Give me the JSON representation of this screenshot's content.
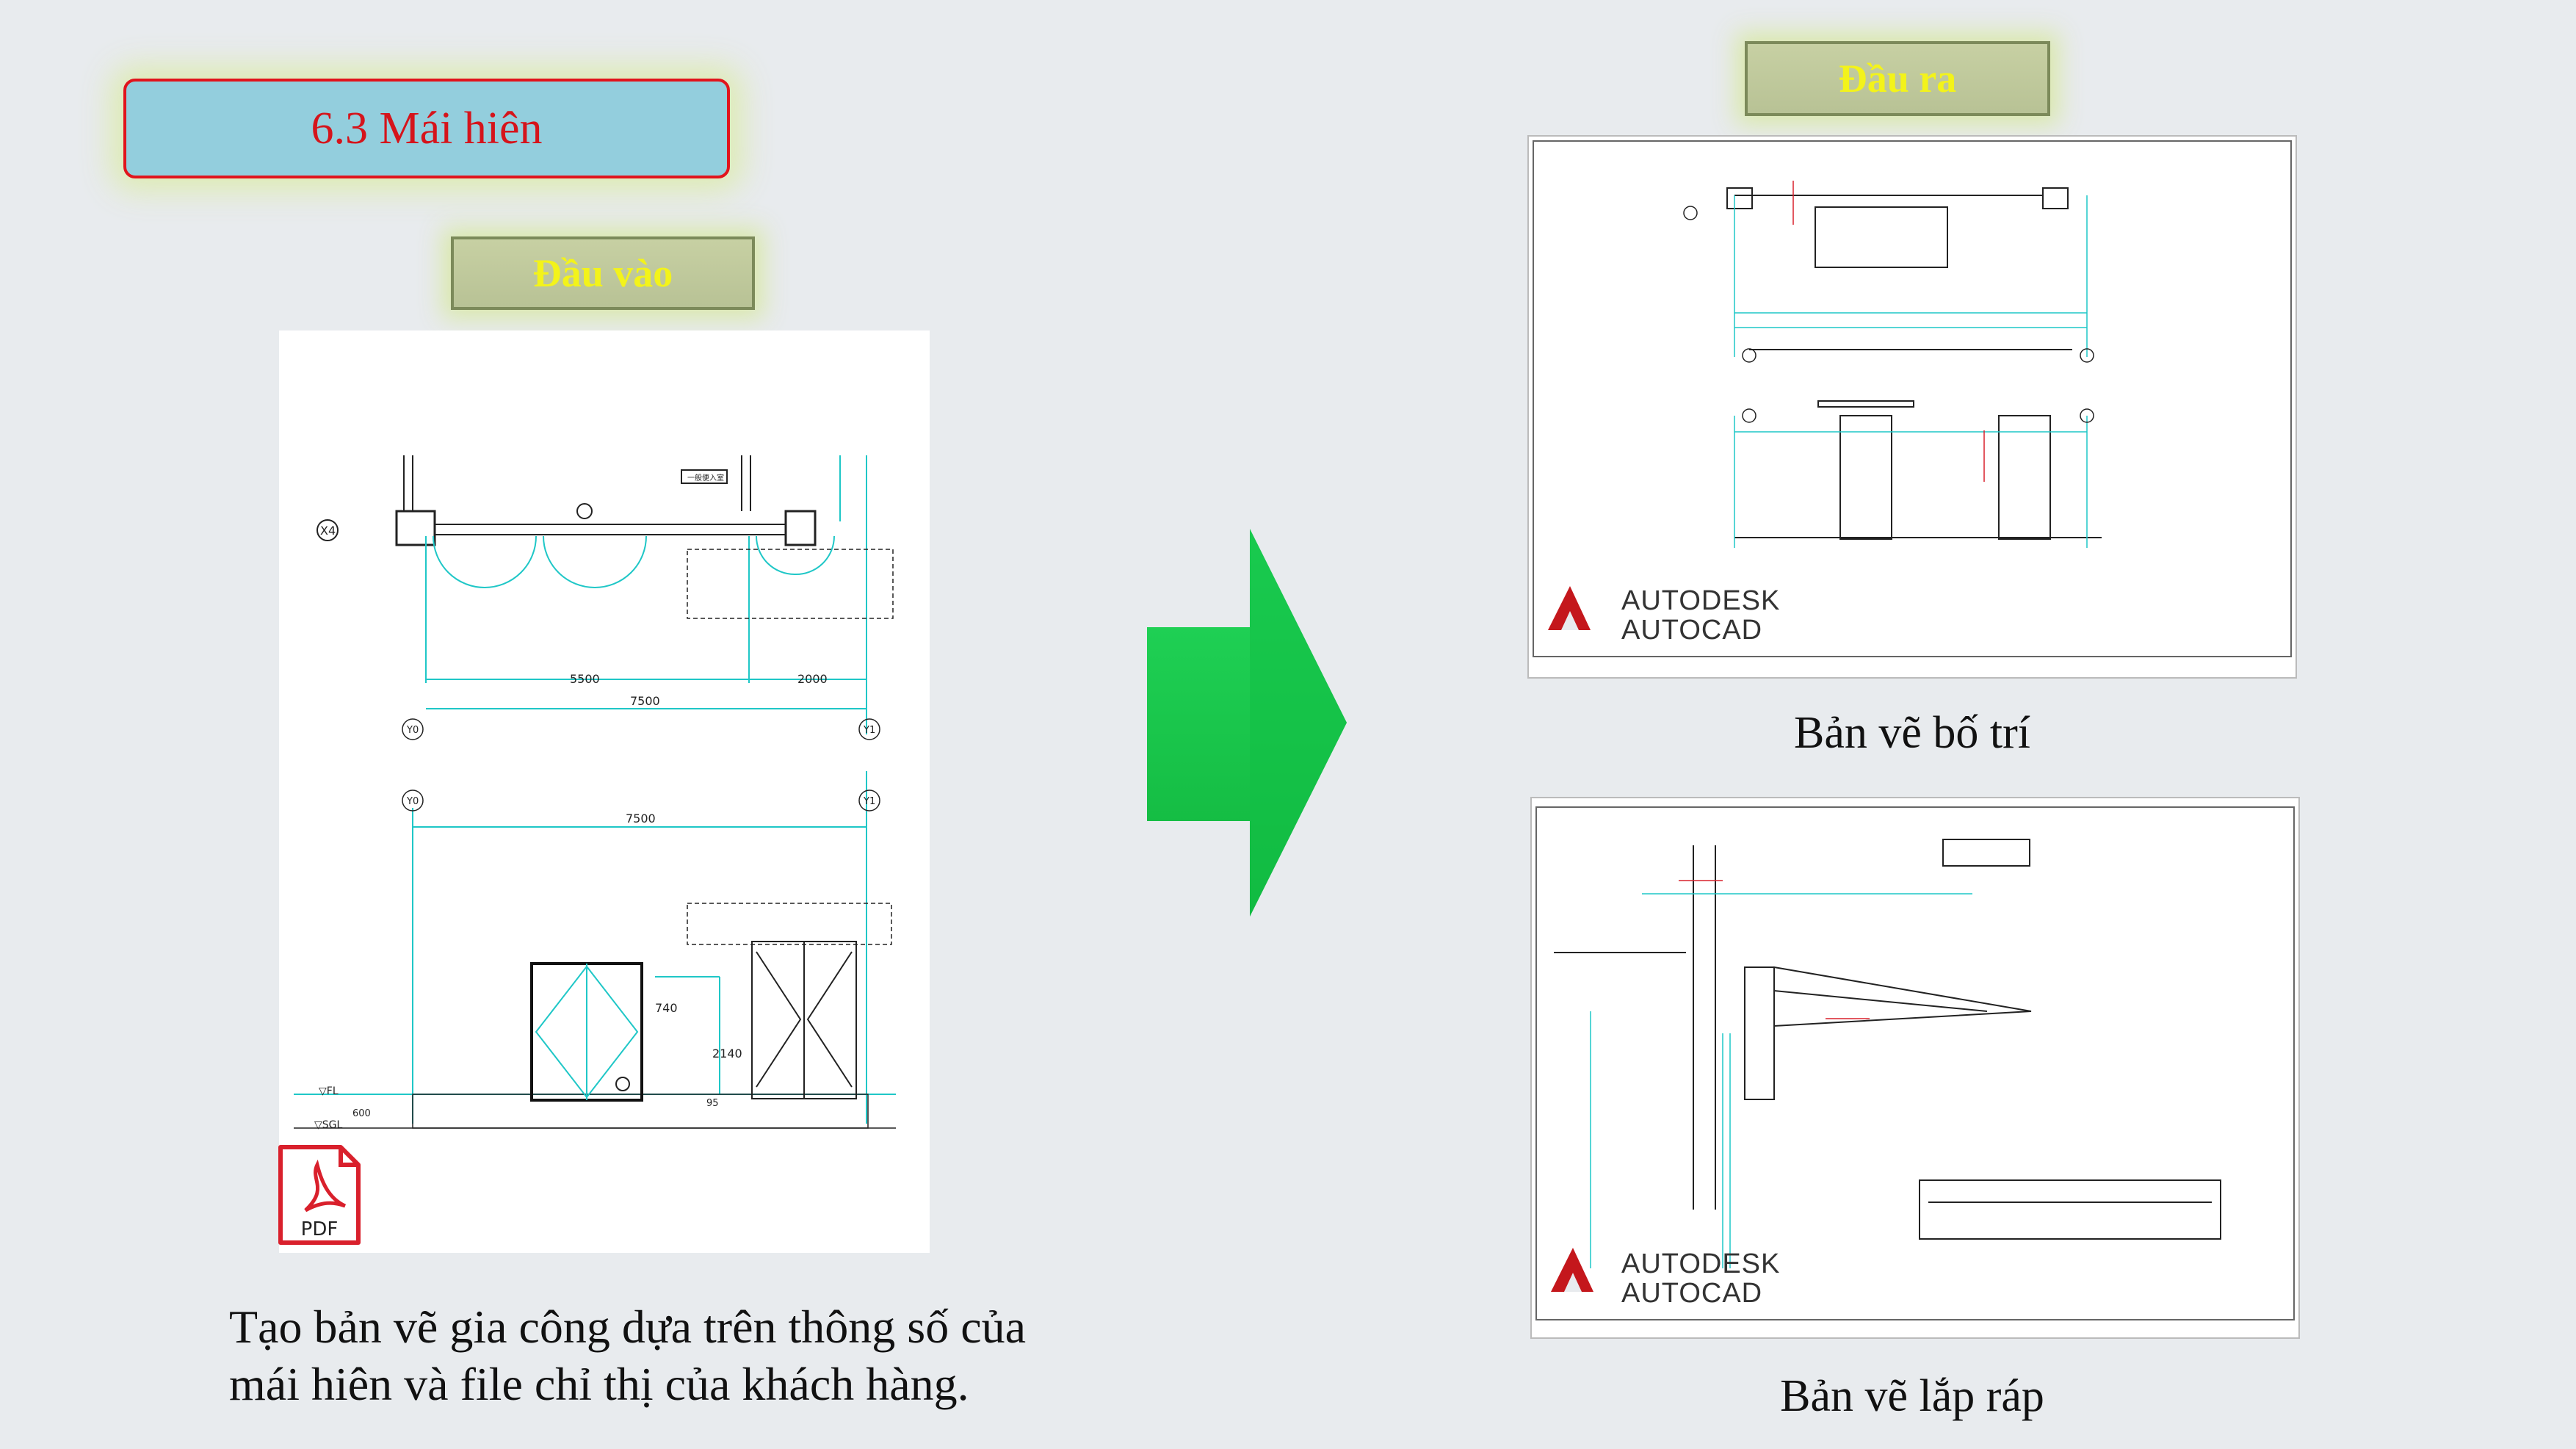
{
  "section_title": "6.3 Mái hiên",
  "input": {
    "tag_label": "Đầu vào",
    "file_badge": "PDF",
    "caption_line1": "Tạo bản vẽ gia công dựa trên thông số của",
    "caption_line2": "mái hiên và file chỉ thị của khách hàng.",
    "drawing_labels": {
      "grid_x4": "X4",
      "grid_y0": "Y0",
      "grid_y1": "Y1",
      "dim_5500": "5500",
      "dim_2000": "2000",
      "dim_7500": "7500",
      "dim_740": "740",
      "dim_2140": "2140",
      "room_label": "一般便入室",
      "level_fl": "▽FL",
      "level_sgl": "▽SGL",
      "dim_600": "600",
      "dim_95": "95"
    }
  },
  "output": {
    "tag_label": "Đầu ra",
    "caption_layout": "Bản vẽ bố trí",
    "caption_assembly": "Bản vẽ lắp ráp",
    "software_brand_line1": "AUTODESK",
    "software_brand_line2": "AUTOCAD"
  },
  "colors": {
    "title_fill": "#93cedd",
    "title_border": "#e1141c",
    "title_text": "#d5141b",
    "tag_text": "#f3f31a",
    "arrow_green": "#17c84a",
    "drawing_cyan": "#1fc7c7",
    "pdf_red": "#d9202c"
  },
  "icons": {
    "arrow": "arrow-right-icon",
    "pdf": "pdf-file-icon",
    "autocad": "autocad-logo-icon"
  }
}
